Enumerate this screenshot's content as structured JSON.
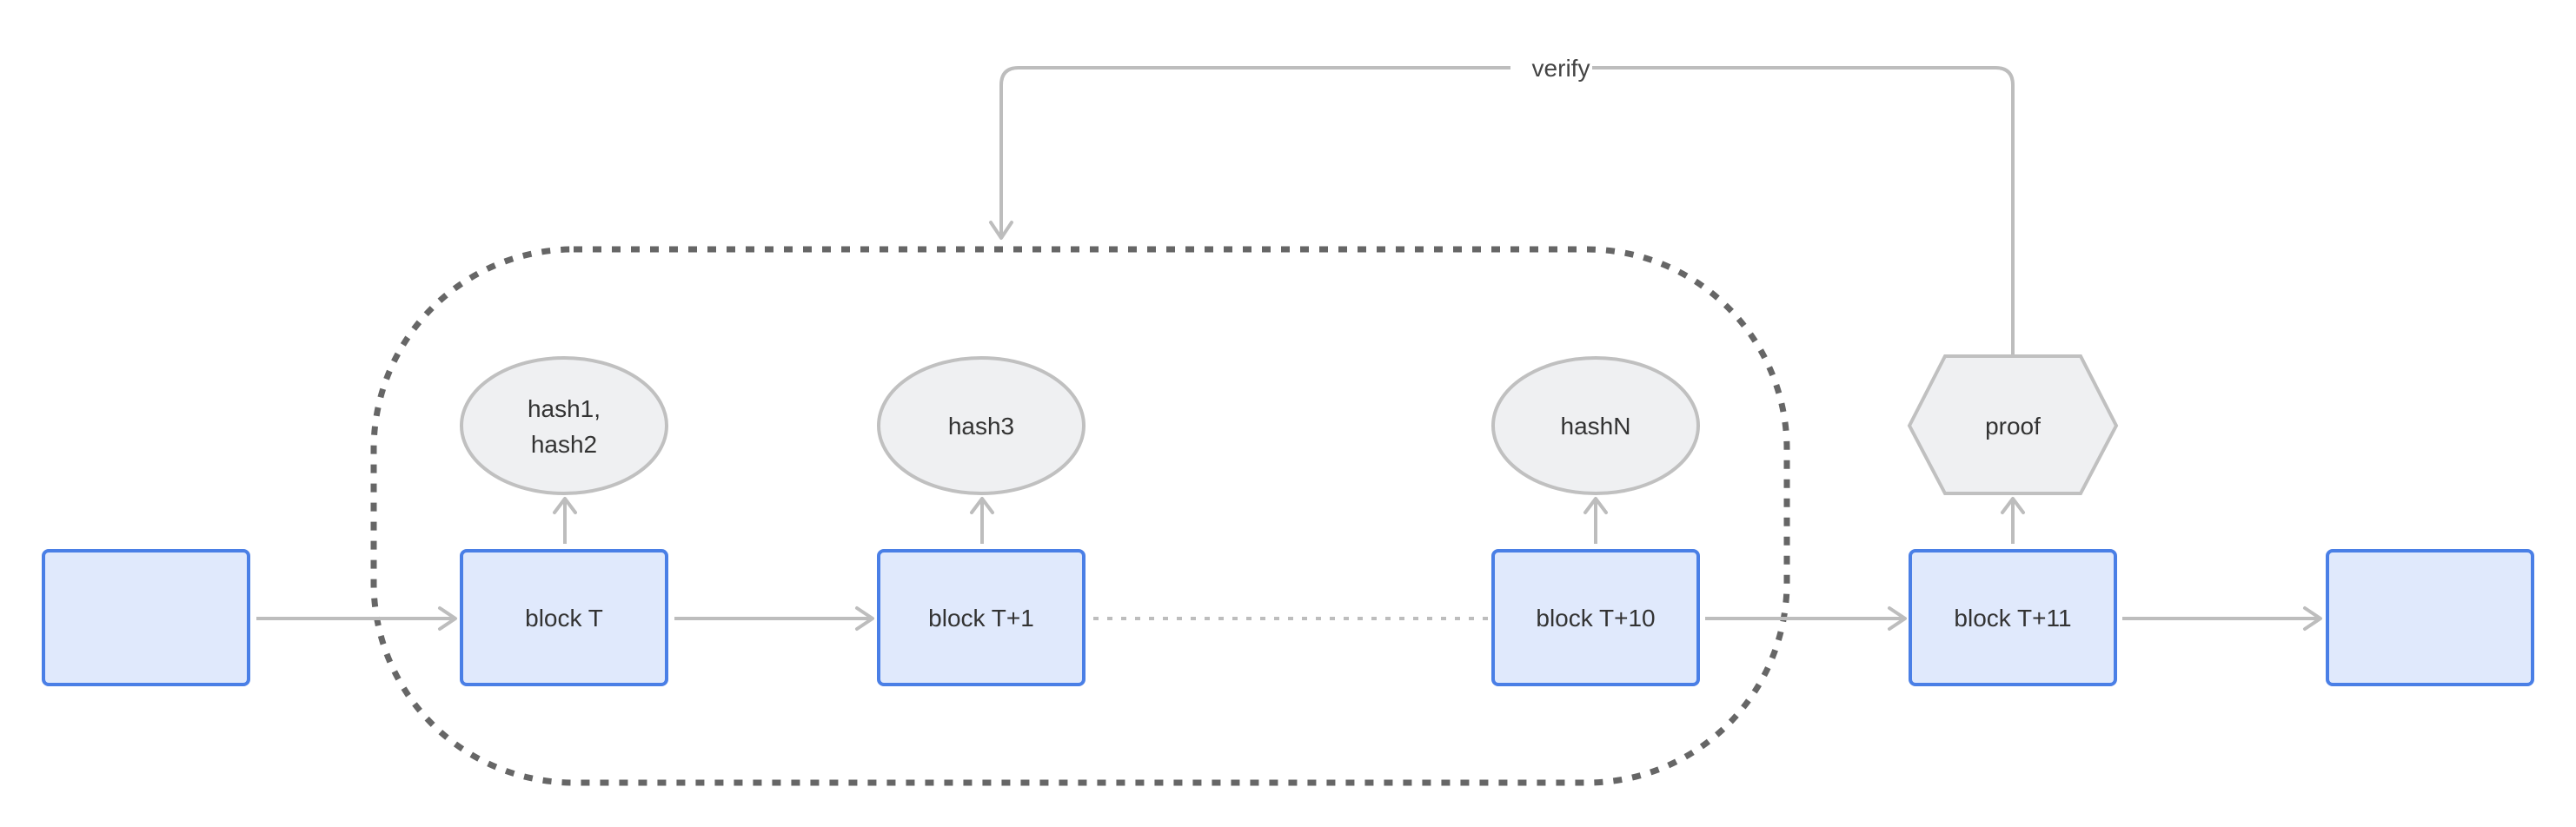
{
  "diagram": {
    "blocks": {
      "prev": "",
      "t": "block T",
      "t1": "block T+1",
      "t10": "block T+10",
      "t11": "block T+11",
      "next": ""
    },
    "hashes": {
      "h12_line1": "hash1,",
      "h12_line2": "hash2",
      "h3": "hash3",
      "hn": "hashN"
    },
    "proof": "proof",
    "verify_label": "verify"
  },
  "colors": {
    "block_fill": "#e0e9fc",
    "block_stroke": "#4a7fe6",
    "hash_fill": "#eff0f2",
    "hash_stroke": "#c0c0c0",
    "arrow": "#bdbdbd",
    "group_boundary": "#666666"
  }
}
